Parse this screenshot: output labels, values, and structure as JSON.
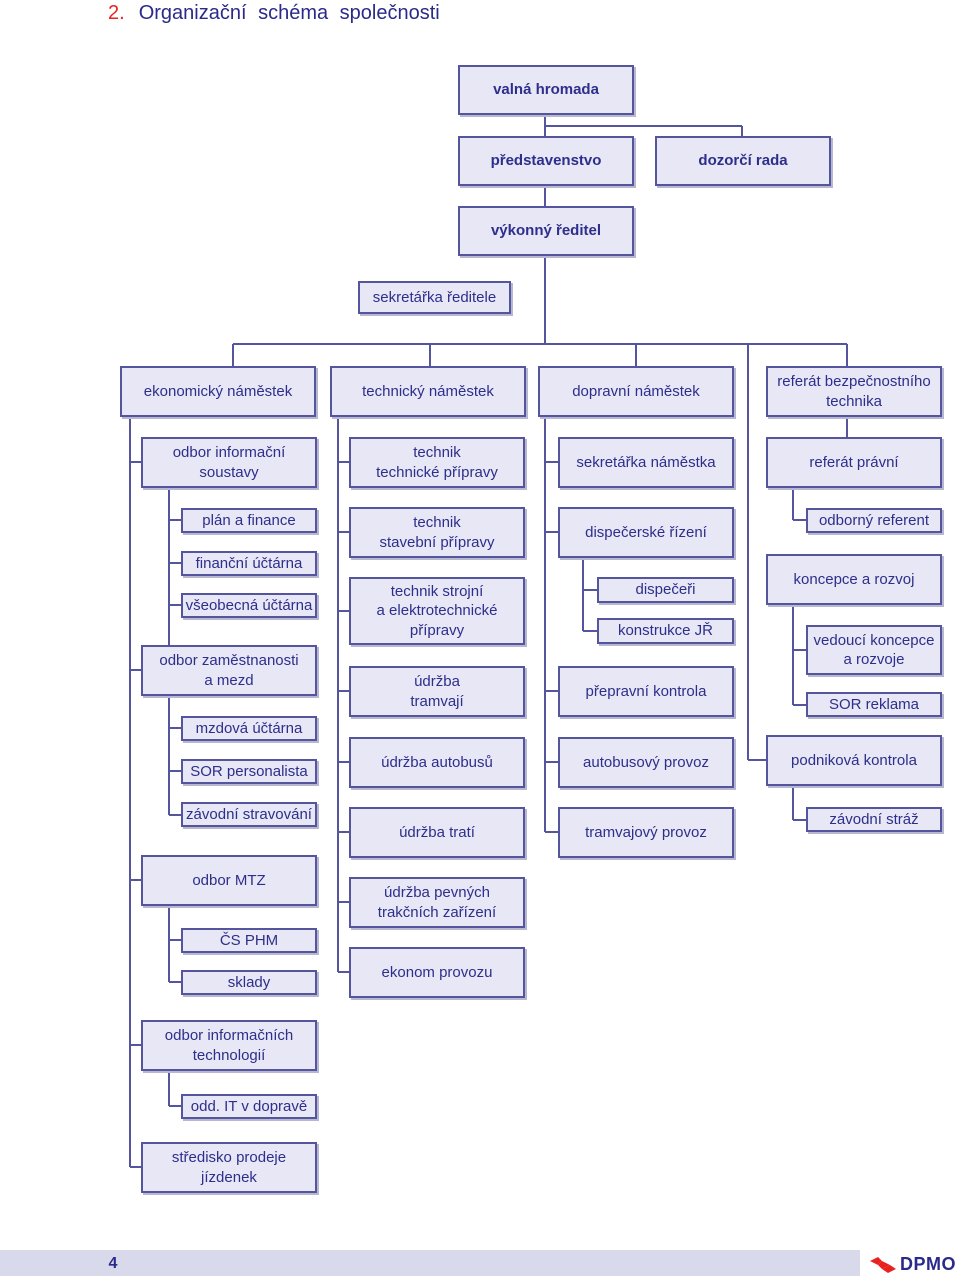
{
  "header": {
    "number": "2.",
    "title": "Organizační schéma společnosti"
  },
  "boxes": {
    "valna_hromada": "valná hromada",
    "predstavenstvo": "představenstvo",
    "dozorci_rada": "dozorčí rada",
    "vykonny_reditel": "výkonný ředitel",
    "sekretarka_reditele": "sekretářka ředitele",
    "ekonomicky_namestek": "ekonomický náměstek",
    "technicky_namestek": "technický náměstek",
    "dopravni_namestek": "dopravní náměstek",
    "referat_bezpecnostniho_technika": "referát bezpečnostního\ntechnika",
    "odbor_informacni_soustavy": "odbor informační\nsoustavy",
    "plan_a_finance": "plán a finance",
    "financni_uctarna": "finanční účtárna",
    "vseobecna_uctarna": "všeobecná účtárna",
    "odbor_zamestnanosti_a_mezd": "odbor zaměstnanosti\na mezd",
    "mzdova_uctarna": "mzdová účtárna",
    "sor_personalista": "SOR personalista",
    "zavodni_stravovani": "závodní stravování",
    "odbor_mtz": "odbor MTZ",
    "cs_phm": "ČS PHM",
    "sklady": "sklady",
    "odbor_informacnich_technologii": "odbor informačních\ntechnologií",
    "odd_it_v_doprave": "odd. IT v dopravě",
    "stredisko_prodeje_jizdenek": "středisko prodeje\njízdenek",
    "technik_technicke_pripravy": "technik\ntechnické přípravy",
    "technik_stavebni_pripravy": "technik\nstavební přípravy",
    "technik_strojni": "technik strojní\na elektrotechnické\npřípravy",
    "udrzba_tramvaji": "údržba\ntramvají",
    "udrzba_autobusu": "údržba autobusů",
    "udrzba_trati": "údržba tratí",
    "udrzba_pevnych_trakcnich_zarizeni": "údržba pevných\ntrakčních zařízení",
    "ekonom_provozu": "ekonom provozu",
    "sekretarka_namestka": "sekretářka náměstka",
    "dispecerske_rizeni": "dispečerské řízení",
    "dispeceri": "dispečeři",
    "konstrukce_jr": "konstrukce JŘ",
    "prepravni_kontrola": "přepravní kontrola",
    "autobusovy_provoz": "autobusový provoz",
    "tramvajovy_provoz": "tramvajový provoz",
    "referat_pravni": "referát právní",
    "odborny_referent": "odborný referent",
    "koncepce_a_rozvoj": "koncepce a rozvoj",
    "vedouci_koncepce_a_rozvoje": "vedoucí koncepce\na rozvoje",
    "sor_reklama": "SOR reklama",
    "podnikova_kontrola": "podniková kontrola",
    "zavodni_straz": "závodní stráž"
  },
  "footer": {
    "page_number": "4",
    "logo_text": "DPMO"
  },
  "colors": {
    "box_fill": "#e7e7f5",
    "box_border": "#55559e",
    "text": "#2a2a8a",
    "accent": "#e8231f"
  }
}
